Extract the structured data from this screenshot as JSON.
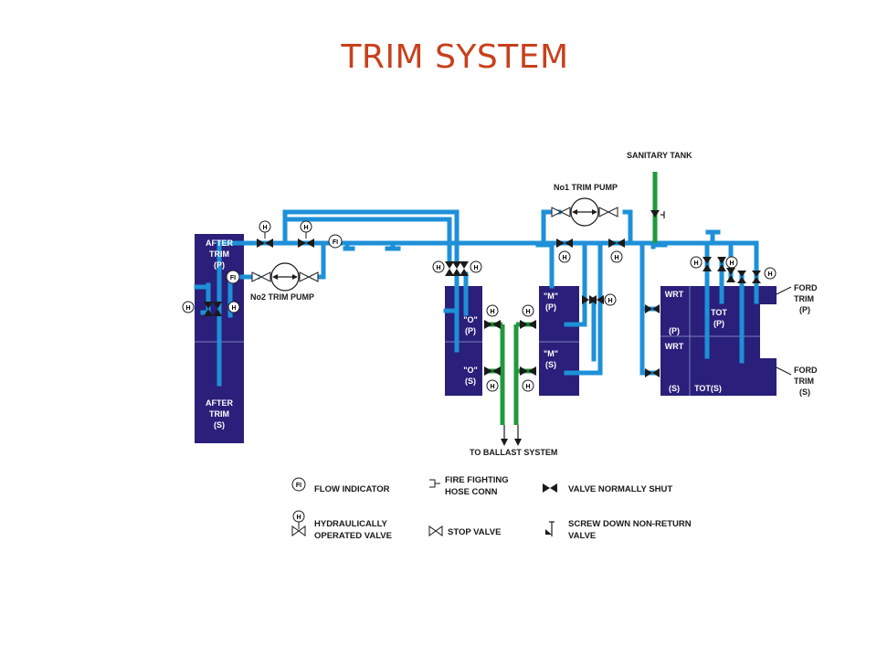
{
  "title": "TRIM SYSTEM",
  "colors": {
    "title": "#c8401c",
    "tank": "#2a1f7a",
    "pipe": "#1e90d8",
    "sanitary_pipe": "#1f9a3a"
  },
  "tanks": {
    "after_trim_p": [
      "AFTER",
      "TRIM",
      "(P)"
    ],
    "after_trim_s": [
      "AFTER",
      "TRIM",
      "(S)"
    ],
    "o_p": [
      "\"O\"",
      "(P)"
    ],
    "o_s": [
      "\"O\"",
      "(S)"
    ],
    "m_p": [
      "\"M\"",
      "(P)"
    ],
    "m_s": [
      "\"M\"",
      "(S)"
    ],
    "wrt_p": [
      "WRT",
      "(P)"
    ],
    "wrt_s": [
      "WRT",
      "(S)"
    ],
    "tot_p": [
      "TOT",
      "(P)"
    ],
    "tot_s": "TOT(S)"
  },
  "labels": {
    "sanitary_tank": "SANITARY TANK",
    "no1_trim_pump": "No1 TRIM PUMP",
    "no2_trim_pump": "No2 TRIM PUMP",
    "ford_trim_p": [
      "FORD",
      "TRIM",
      "(P)"
    ],
    "ford_trim_s": [
      "FORD",
      "TRIM",
      "(S)"
    ],
    "to_ballast": "TO BALLAST SYSTEM",
    "fi": "FI",
    "h": "H"
  },
  "legend": {
    "flow_indicator": "FLOW INDICATOR",
    "fire_fighting": [
      "FIRE FIGHTING",
      "HOSE CONN"
    ],
    "valve_shut": "VALVE NORMALLY SHUT",
    "hydraulic": [
      "HYDRAULICALLY",
      "OPERATED VALVE"
    ],
    "stop_valve": "STOP VALVE",
    "screw_down": [
      "SCREW DOWN NON-RETURN",
      "VALVE"
    ]
  }
}
